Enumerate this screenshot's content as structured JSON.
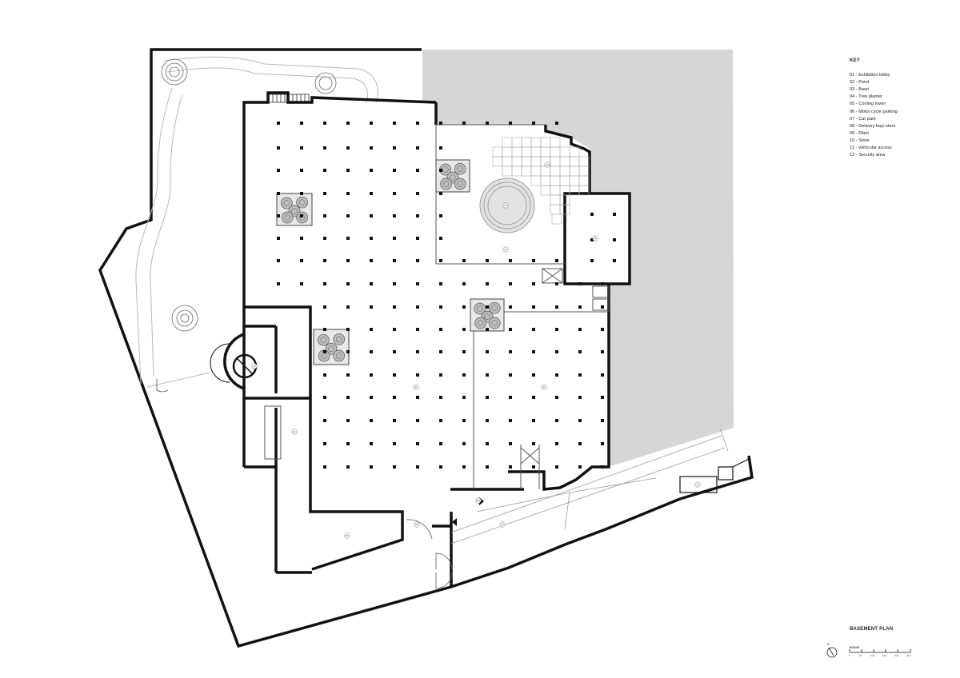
{
  "key": {
    "title": "KEY",
    "items": [
      "01 - Exhibition lobby",
      "02 - Pond",
      "03 - Baori",
      "04 - Tree planter",
      "05 - Cooling tower",
      "06 - Motor cycle parking",
      "07 - Car park",
      "08 - Delivery bay/ store",
      "09 - Plant",
      "10 - Store",
      "11 - Vehicular access",
      "12 - Security area"
    ]
  },
  "drawing": {
    "title": "BASEMENT PLAN",
    "scale_label": "SCALE",
    "scale_ticks": [
      "0",
      "5m",
      "10m",
      "15m",
      "20m",
      "25m"
    ],
    "north_label": "N",
    "room_tags": [
      "07",
      "07",
      "07",
      "02",
      "03",
      "09",
      "01",
      "05",
      "06",
      "10",
      "08",
      "11",
      "12"
    ]
  },
  "colors": {
    "wall": "#111111",
    "thin_line": "#9a9a9a",
    "adjacent_plot": "#d6d6d6",
    "tree": "#7a7a7a"
  }
}
